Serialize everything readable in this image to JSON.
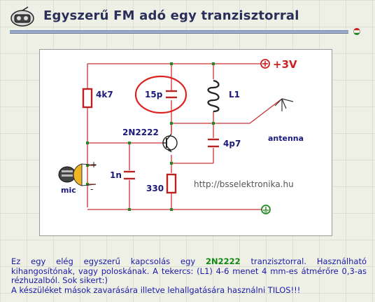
{
  "header": {
    "title": "Egyszerű FM adó egy tranzisztorral"
  },
  "schematic": {
    "labels": {
      "r1": "4k7",
      "c_top": "15p",
      "coil": "L1",
      "supply": "+3V",
      "transistor": "2N2222",
      "antenna": "antenna",
      "c_feedback": "4p7",
      "c_base": "1n",
      "r_emitter": "330",
      "mic": "mic",
      "mic_plus": "+",
      "mic_minus": "-",
      "website": "http://bsselektronika.hu"
    },
    "colors": {
      "wire": "#cc3333",
      "component": "#bb2222",
      "label": "#1a1a7a",
      "node": "#228822",
      "highlight_circle": "#dd2222"
    }
  },
  "description": {
    "p1_a": "Ez egy elég egyszerű kapcsolás egy ",
    "p1_highlight": "2N2222",
    "p1_b": " tranzisztorral. Használható kihangosítónak, vagy poloskának. A tekercs: (L1) 4-6 menet 4 mm-es átmérőre 0,3-as rézhuzalból. Sok sikert:)",
    "warning": "A készüléket mások zavarására illetve lehallgatására használni TILOS!!!"
  }
}
